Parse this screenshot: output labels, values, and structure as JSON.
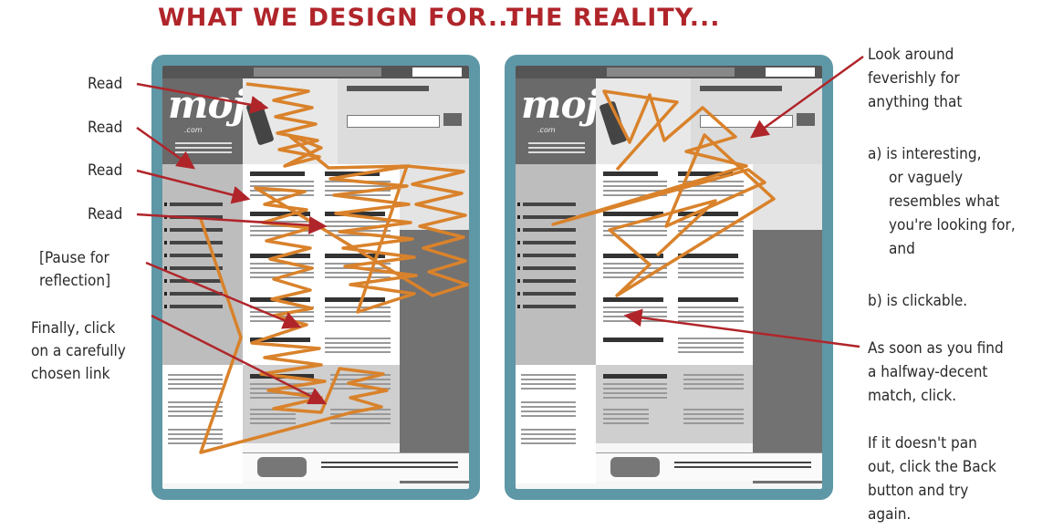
{
  "headings": {
    "left": "WHAT WE DESIGN FOR...",
    "right": "THE REALITY..."
  },
  "mock_page": {
    "logo_text": "mojo",
    "logo_sub": ".com"
  },
  "left_annotations": [
    "Read",
    "Read",
    "Read",
    "Read",
    "[Pause for",
    "reflection]",
    "Finally, click",
    "on a carefully",
    "chosen link"
  ],
  "right_annotations": {
    "look_lines": [
      "Look around",
      "feverishly for",
      "anything that"
    ],
    "a_lines": [
      "a) is interesting,",
      "or vaguely",
      "resembles what",
      "you're looking for,",
      "and"
    ],
    "b_line": "b) is clickable.",
    "soon_lines": [
      "As soon as you find",
      "a halfway-decent",
      "match, click."
    ],
    "if_lines": [
      "If it doesn't pan",
      "out, click the Back",
      "button and try",
      "again."
    ]
  },
  "colors": {
    "heading": "#b0252a",
    "frame": "#5e97a6",
    "scan_path": "#d9822b",
    "arrow": "#b0252a"
  }
}
